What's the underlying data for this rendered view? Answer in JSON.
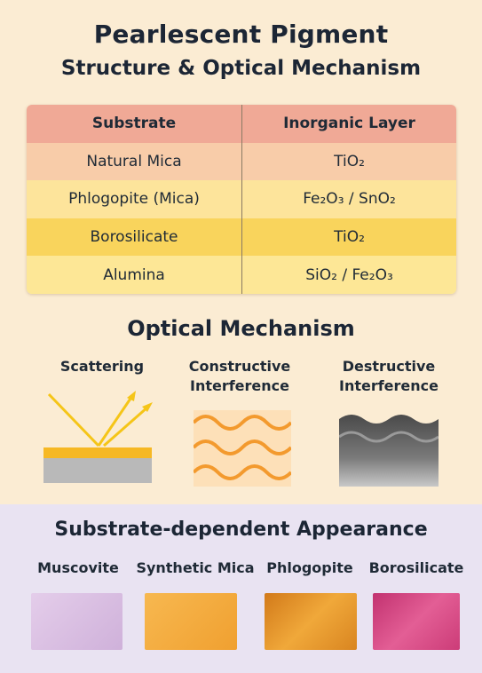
{
  "title": {
    "line1": "Pearlescent Pigment",
    "line2": "Structure & Optical Mechanism"
  },
  "table": {
    "headers": [
      "Substrate",
      "Inorganic Layer"
    ],
    "rows": [
      {
        "substrate": "Natural Mica",
        "layer": "TiO₂"
      },
      {
        "substrate": "Phlogopite (Mica)",
        "layer": "Fe₂O₃ / SnO₂"
      },
      {
        "substrate": "Borosilicate",
        "layer": "TiO₂"
      },
      {
        "substrate": "Alumina",
        "layer": "SiO₂ / Fe₂O₃"
      }
    ]
  },
  "optical": {
    "title": "Optical Mechanism",
    "mechanisms": [
      {
        "line1": "Scattering",
        "line2": ""
      },
      {
        "line1": "Constructive",
        "line2": "Interference"
      },
      {
        "line1": "Destructive",
        "line2": "Interference"
      }
    ]
  },
  "appearance": {
    "title": "Substrate-dependent Appearance",
    "swatches": [
      {
        "label": "Muscovite",
        "color": "#d7bce0"
      },
      {
        "label": "Synthetic Mica",
        "color": "#f4a83c"
      },
      {
        "label": "Phlogopite",
        "color": "#e08a24"
      },
      {
        "label": "Borosilicate",
        "color": "#d6467f"
      }
    ]
  },
  "colors": {
    "header_row": "#f0a996",
    "row_colors": [
      "#f8cca9",
      "#fde49b",
      "#f9d45c",
      "#fde796"
    ],
    "arrow": "#f5c518",
    "wave": "#f39a2e"
  }
}
